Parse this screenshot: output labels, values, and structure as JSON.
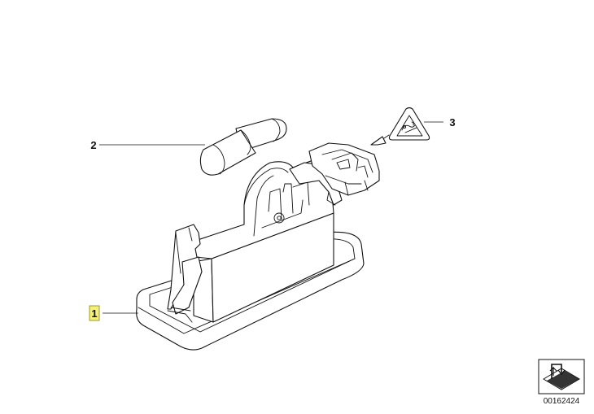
{
  "callouts": [
    {
      "id": "1",
      "label": "1",
      "highlighted": true
    },
    {
      "id": "2",
      "label": "2",
      "highlighted": false
    },
    {
      "id": "3",
      "label": "3",
      "highlighted": false
    }
  ],
  "reference_number": "00162424",
  "colors": {
    "line": "#111111",
    "highlight_fill": "#f5f07a",
    "highlight_stroke": "#9a9a2a",
    "background": "#ffffff"
  },
  "icons": [
    "esd-warning-triangle-icon",
    "section-view-arrow-icon"
  ]
}
